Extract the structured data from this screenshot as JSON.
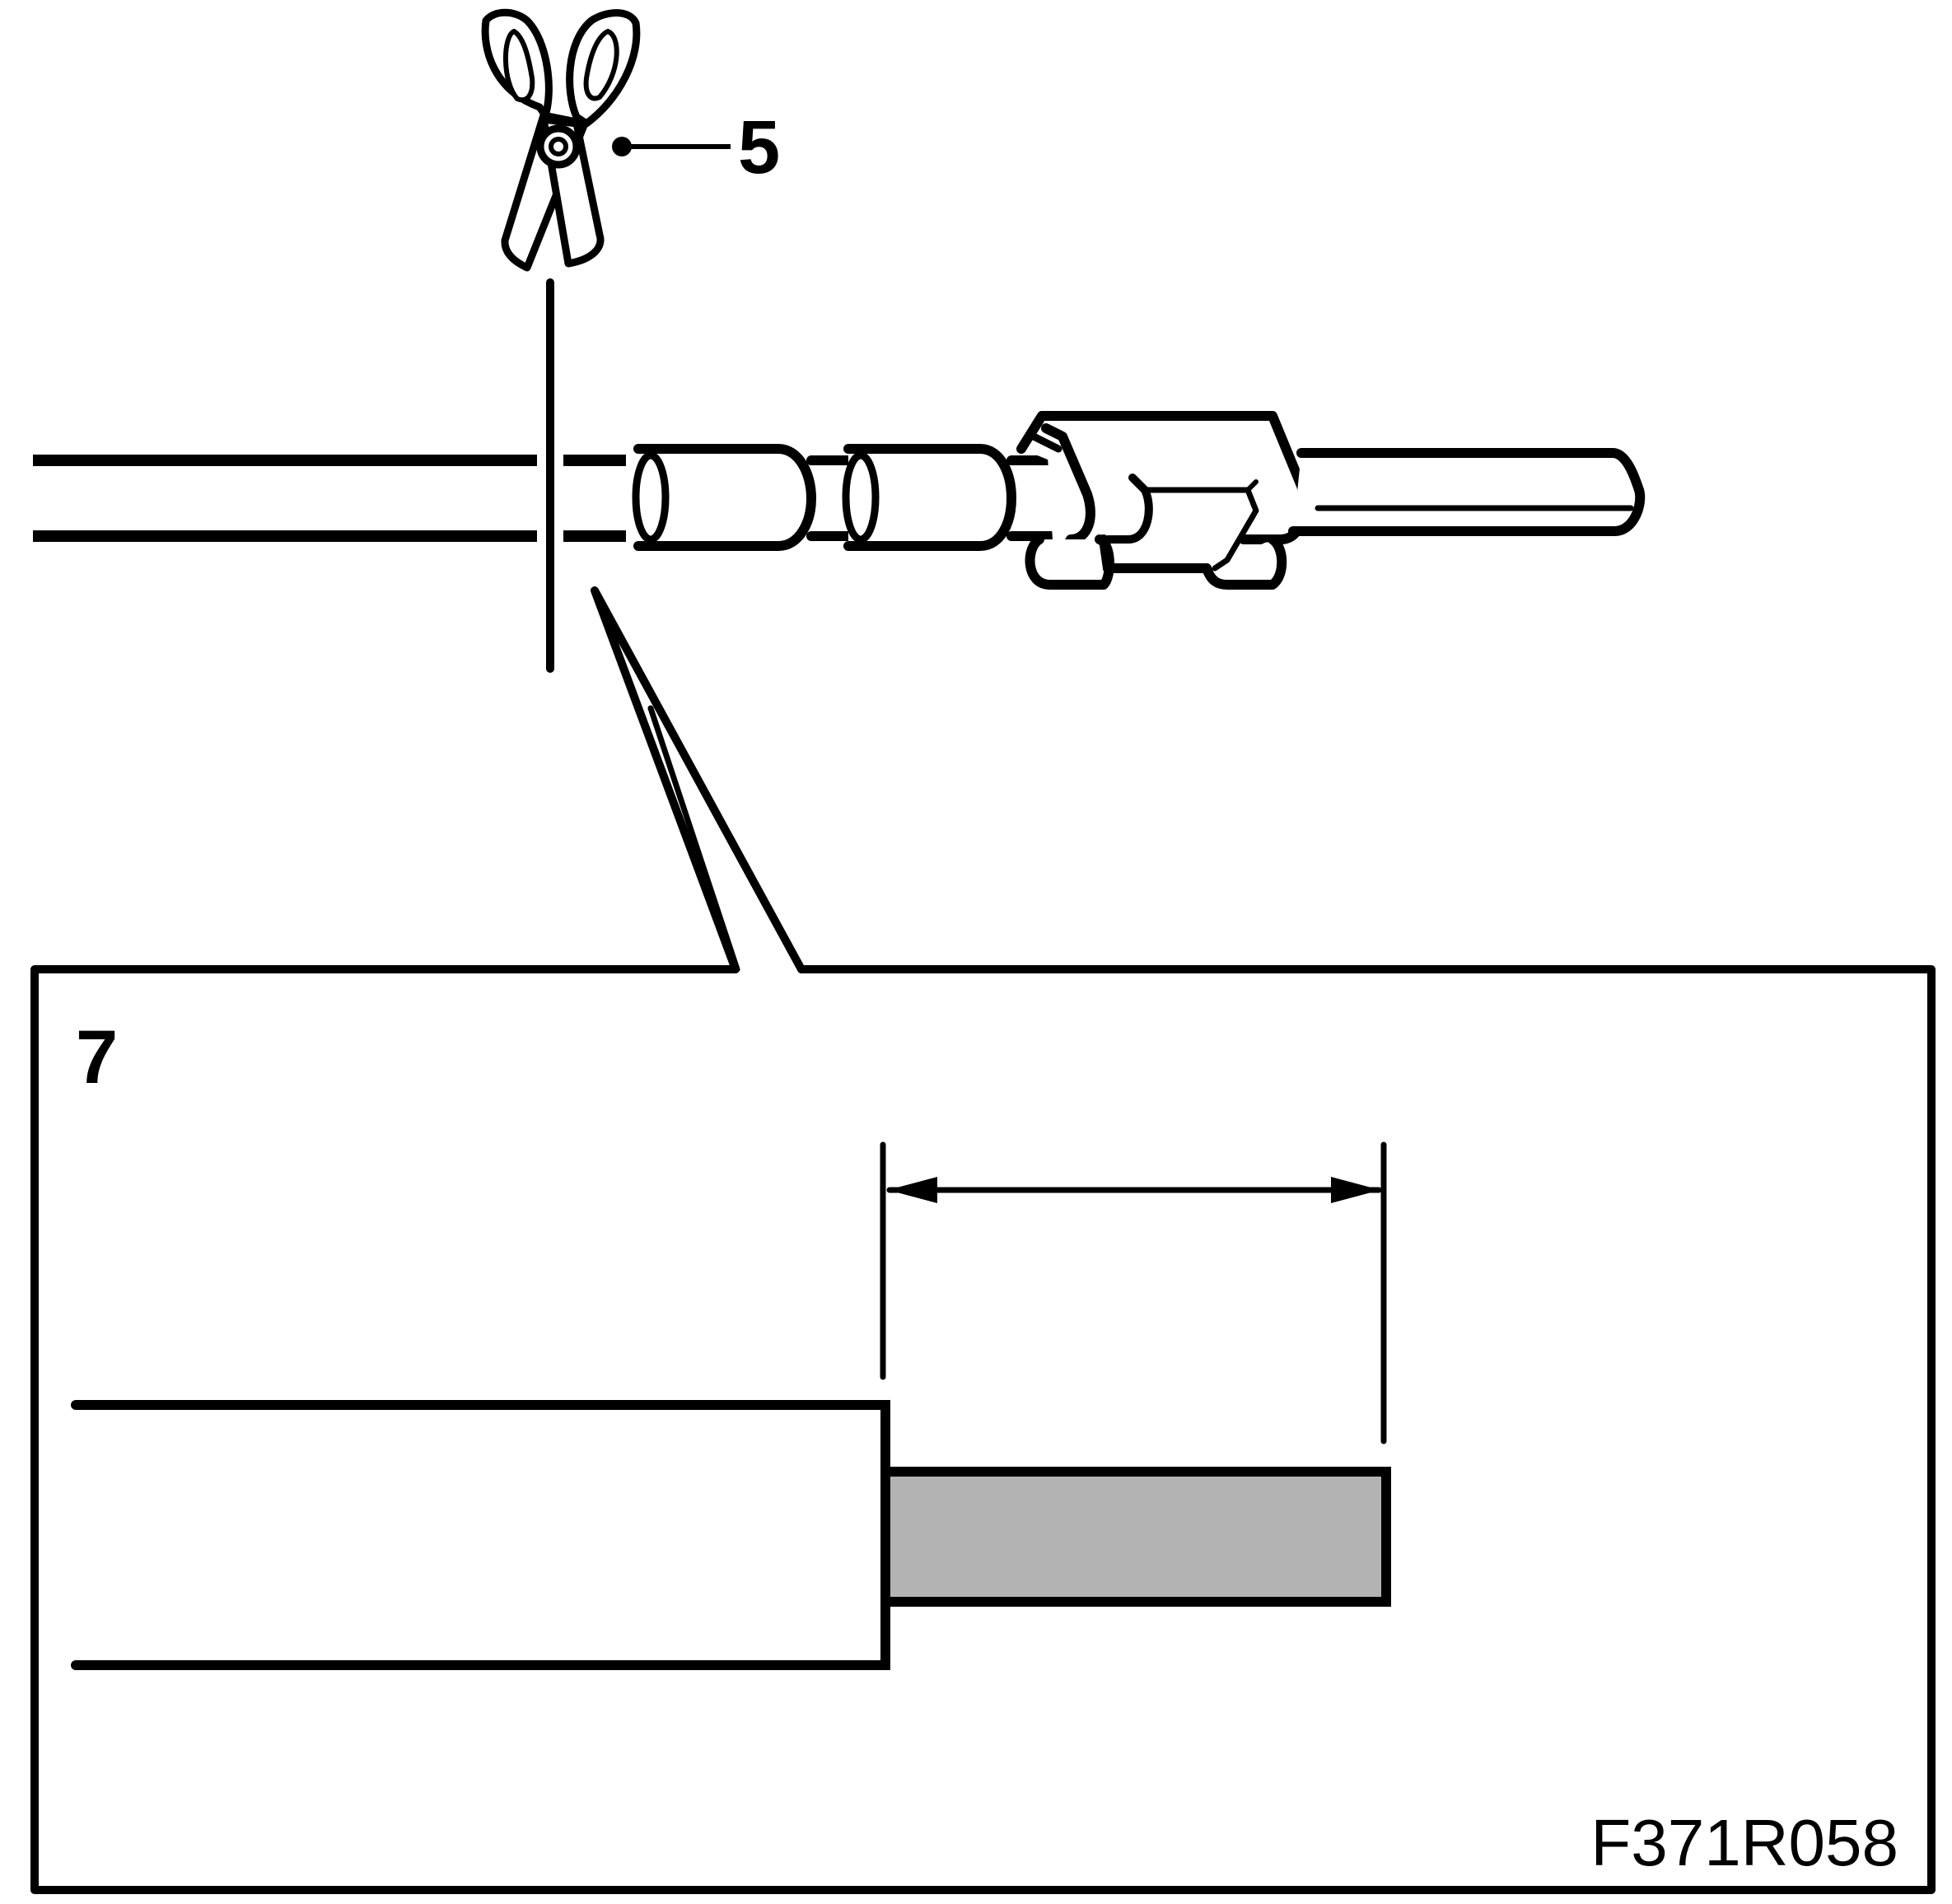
{
  "callouts": {
    "scissors_number": "5",
    "inset_number": "7"
  },
  "figure_code": "F371R058",
  "icons": {
    "scissors": "scissors-icon"
  },
  "colors": {
    "line": "#000000",
    "stripped_conductor": "#b3b3b3",
    "background": "#ffffff"
  }
}
